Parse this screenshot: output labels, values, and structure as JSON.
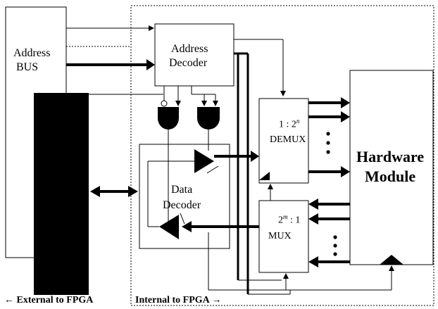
{
  "address_bus": {
    "line1": "Address",
    "line2": "BUS"
  },
  "address_decoder": {
    "line1": "Address",
    "line2": "Decoder"
  },
  "demux": {
    "ratio": "1 : 2",
    "ratio_exp": "n",
    "name": "DEMUX"
  },
  "mux": {
    "ratio_base": "2",
    "ratio_exp": "m",
    "ratio_rest": " : 1",
    "name": "MUX"
  },
  "data_decoder": {
    "line1": "Data",
    "line2": "Decoder"
  },
  "hardware_module": {
    "line1": "Hardware",
    "line2": "Module"
  },
  "boundary": {
    "external": "← External to FPGA",
    "internal": "Internal to FPGA →"
  }
}
